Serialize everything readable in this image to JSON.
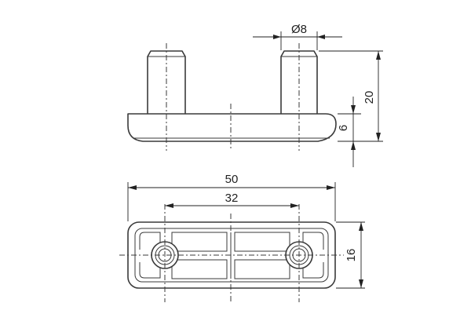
{
  "dimensions": {
    "pin_diameter": "Ø8",
    "total_height": "20",
    "base_height": "6",
    "overall_length": "50",
    "hole_spacing": "32",
    "overall_width": "16"
  }
}
